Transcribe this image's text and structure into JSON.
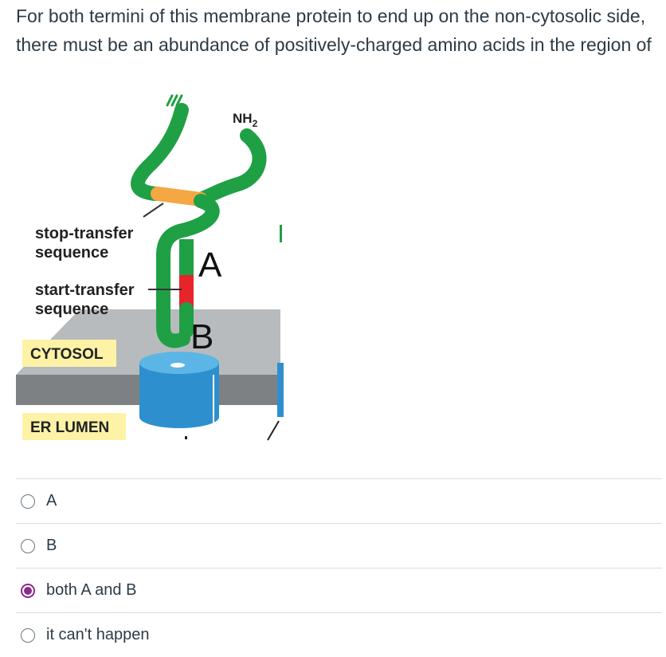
{
  "question": {
    "text": "For both termini of this membrane protein to end up on the non-cytosolic side, there must be an abundance of positively-charged amino acids in the region of"
  },
  "figure": {
    "nh2_label": "NH",
    "nh2_subscript": "2",
    "stop_transfer_line1": "stop-transfer",
    "stop_transfer_line2": "sequence",
    "start_transfer_line1": "start-transfer",
    "start_transfer_line2": "sequence",
    "label_a": "A",
    "label_b": "B",
    "cytosol": "CYTOSOL",
    "er_lumen": "ER LUMEN",
    "colors": {
      "protein": "#1fa045",
      "stop_transfer": "#f4a742",
      "start_transfer": "#e8242b",
      "translocon": "#3aa0d8",
      "membrane_top": "#b8bbbd",
      "membrane_side": "#7d8184",
      "label_bg": "#fdf2a6"
    }
  },
  "answers": [
    {
      "label": "A",
      "selected": false
    },
    {
      "label": "B",
      "selected": false
    },
    {
      "label": "both A and B",
      "selected": true
    },
    {
      "label": "it can't happen",
      "selected": false
    }
  ],
  "accent_color": "#8e2a8c"
}
